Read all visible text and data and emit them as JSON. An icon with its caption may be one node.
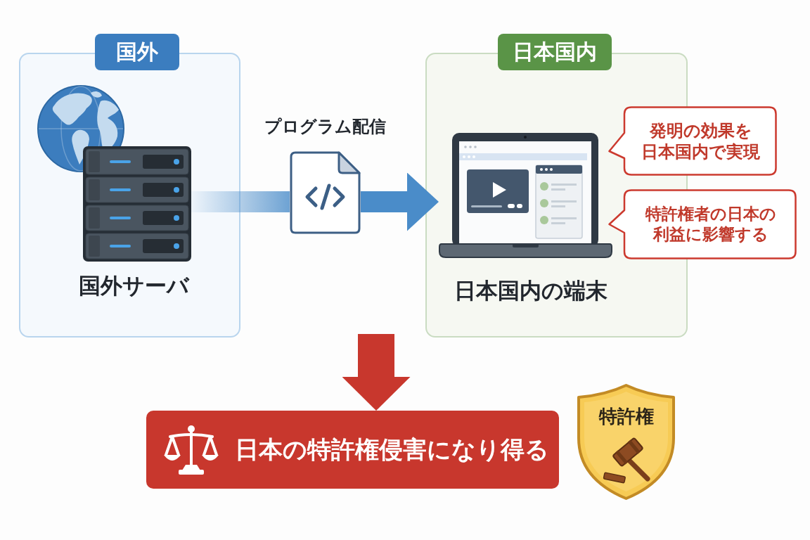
{
  "diagram": {
    "nodes": [
      {
        "text": [
          "国外"
        ]
      },
      {
        "text": [
          "国外サーバ"
        ],
        "in": 0
      },
      {
        "text": [
          "プログラム配信"
        ]
      },
      {
        "text": [
          "日本国内"
        ]
      },
      {
        "text": [
          "日本国内の端末"
        ],
        "in": 3
      },
      {
        "text": [
          "発明の効果を日本国内で実現"
        ]
      },
      {
        "text": [
          "特許権者の日本の利益に影響する"
        ]
      },
      {
        "text": [
          "日本の特許権侵害になり得る"
        ]
      },
      {
        "text": [
          "特許権"
        ]
      }
    ],
    "edges": [
      {
        "from": 1,
        "to": 2,
        "arrow": "none"
      },
      {
        "from": 2,
        "to": 4,
        "arrow": "to"
      },
      {
        "from": null,
        "to": 7,
        "arrow": "to",
        "color": "#c8372d"
      }
    ]
  }
}
